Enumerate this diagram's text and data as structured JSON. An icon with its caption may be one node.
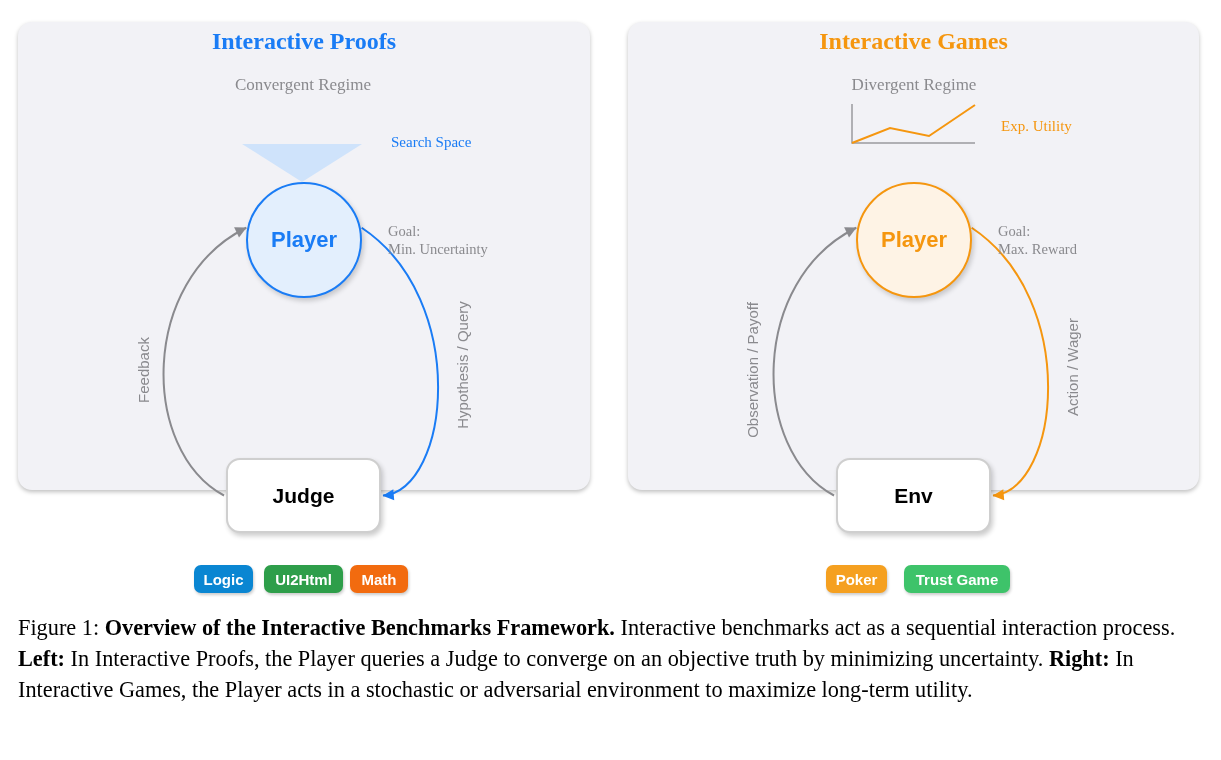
{
  "diagram": {
    "nodes": [
      {
        "text": [
          "Interactive Proofs"
        ]
      },
      {
        "text": [
          "Player"
        ],
        "in": 0,
        "beside": [
          "Goal: Min. Uncertainty"
        ]
      },
      {
        "text": [
          "Judge"
        ]
      },
      {
        "text": [
          "Logic"
        ]
      },
      {
        "text": [
          "UI2Html"
        ]
      },
      {
        "text": [
          "Math"
        ]
      },
      {
        "text": [
          "Interactive Games"
        ]
      },
      {
        "text": [
          "Player"
        ],
        "in": 6,
        "beside": [
          "Goal: Max. Reward"
        ]
      },
      {
        "text": [
          "Env"
        ]
      },
      {
        "text": [
          "Poker"
        ]
      },
      {
        "text": [
          "Trust Game"
        ]
      },
      {
        "text": [],
        "shape": "triangle",
        "in": 0
      }
    ],
    "edges": [
      {
        "from": 1,
        "to": 2,
        "arrow": "to",
        "label": "Hypothesis / Query",
        "color": "#1a7cf5"
      },
      {
        "from": 2,
        "to": 1,
        "arrow": "to",
        "label": "Feedback"
      },
      {
        "from": 7,
        "to": 8,
        "arrow": "to",
        "label": "Action / Wager",
        "color": "#f5960f"
      },
      {
        "from": 8,
        "to": 7,
        "arrow": "to",
        "label": "Observation / Payoff"
      }
    ],
    "labels": [
      "Convergent Regime",
      "Search Space",
      "Divergent Regime",
      "Exp. Utility"
    ],
    "caption": "Figure 1: **Overview of the Interactive Benchmarks Framework.** Interactive benchmarks act as a sequential interaction process. **Left:** In Interactive Proofs, the Player queries a Judge to converge on an objective truth by minimizing uncertainty. **Right:** In Interactive Games, the Player acts in a stochastic or adversarial environment to maximize long-term utility."
  }
}
